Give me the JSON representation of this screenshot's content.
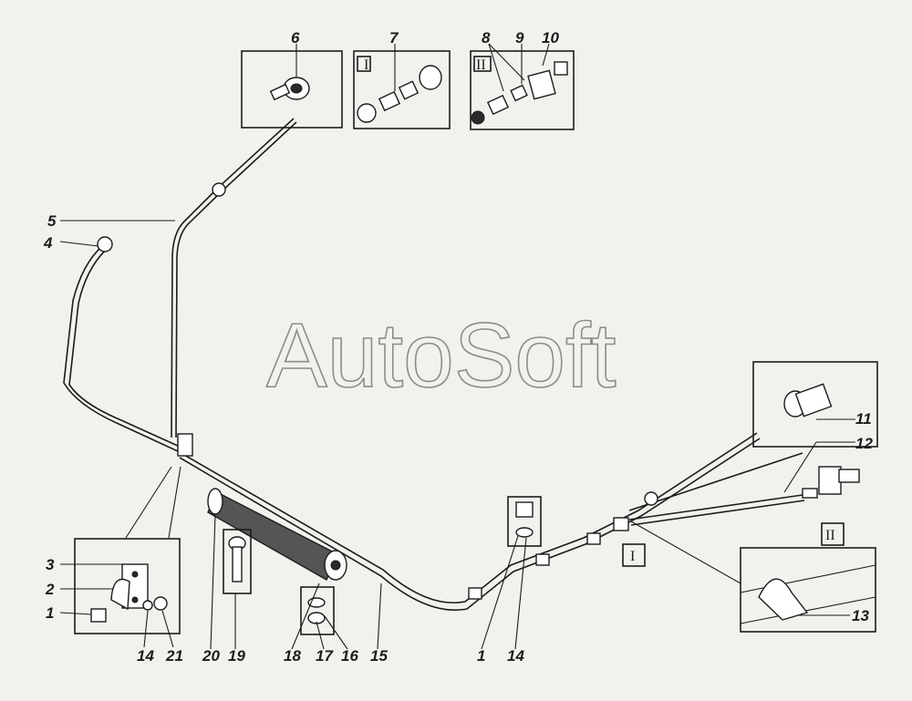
{
  "watermark": "AutoSoft",
  "callouts": {
    "n1a": "1",
    "n1b": "1",
    "n2": "2",
    "n3": "3",
    "n4": "4",
    "n5": "5",
    "n6": "6",
    "n7": "7",
    "n8": "8",
    "n9": "9",
    "n10": "10",
    "n11": "11",
    "n12": "12",
    "n13": "13",
    "n14a": "14",
    "n14b": "14",
    "n15": "15",
    "n16": "16",
    "n17": "17",
    "n18": "18",
    "n19": "19",
    "n20": "20",
    "n21": "21"
  },
  "roman_markers": {
    "box_i": "I",
    "box_ii": "II",
    "ref_i": "I",
    "ref_ii": "II"
  }
}
